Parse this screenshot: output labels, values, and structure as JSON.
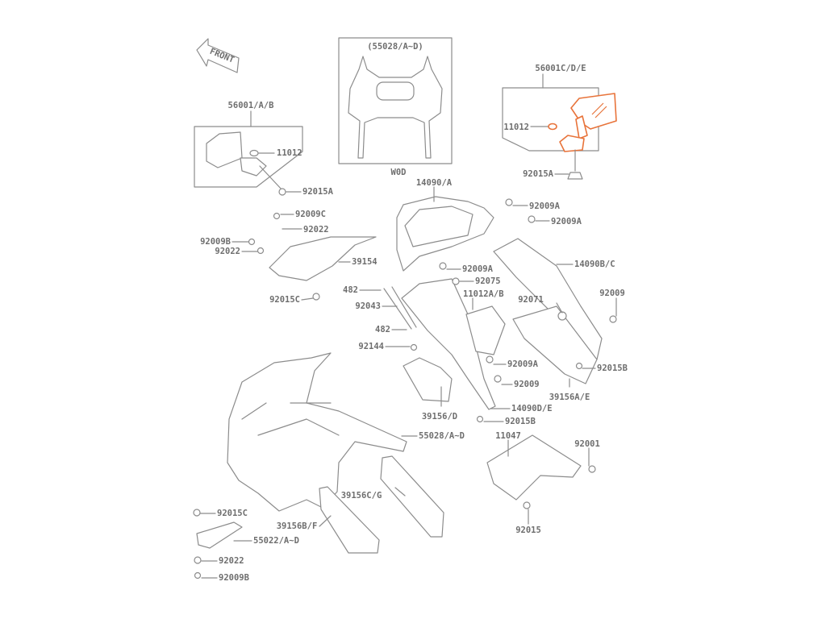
{
  "diagram": {
    "front_label": "FRONT",
    "accent_color": "#e8733a",
    "line_color": "#8c8c8c",
    "inset_center": {
      "title": "(55028/A~D)",
      "caption": "W0D"
    },
    "inset_left": {
      "title": "56001/A/B",
      "labels": [
        "11012",
        "92015A"
      ]
    },
    "inset_right": {
      "title": "56001C/D/E",
      "labels": [
        "11012",
        "92015A"
      ]
    },
    "parts": [
      "14090/A",
      "92009A",
      "92009A",
      "92009C",
      "92022",
      "92009B",
      "92022",
      "39154",
      "14090B/C",
      "92009A",
      "92075",
      "482",
      "11012A/B",
      "92071",
      "92009",
      "92015C",
      "92043",
      "482",
      "92144",
      "92009A",
      "92015B",
      "92009",
      "39156A/E",
      "14090D/E",
      "39156/D",
      "92015B",
      "55028/A~D",
      "11047",
      "92001",
      "39156C/G",
      "92015",
      "92015C",
      "39156B/F",
      "55022/A~D",
      "92022",
      "92009B"
    ]
  }
}
